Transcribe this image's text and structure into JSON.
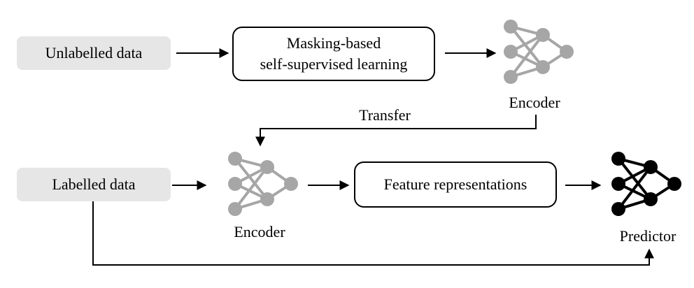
{
  "unlabelled": {
    "text": "Unlabelled data"
  },
  "ssl": {
    "line1": "Masking-based",
    "line2": "self-supervised learning"
  },
  "labelled": {
    "text": "Labelled data"
  },
  "features": {
    "text": "Feature representations"
  },
  "encoder_top": {
    "label": "Encoder",
    "icon": "neural-network-icon",
    "color": "#a6a6a6"
  },
  "encoder_bottom": {
    "label": "Encoder",
    "icon": "neural-network-icon",
    "color": "#a6a6a6"
  },
  "predictor": {
    "label": "Predictor",
    "icon": "neural-network-icon",
    "color": "#000000"
  },
  "transfer": {
    "label": "Transfer"
  }
}
